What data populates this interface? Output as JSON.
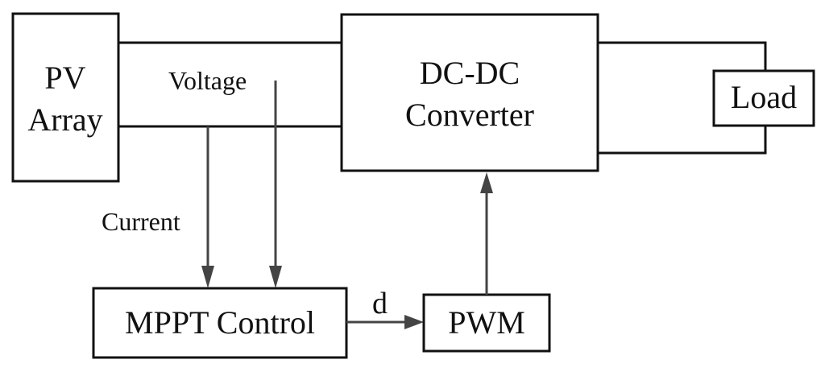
{
  "blocks": {
    "pv_array": {
      "lines": [
        "PV",
        "Array"
      ]
    },
    "dc_dc_converter": {
      "lines": [
        "DC-DC",
        "Converter"
      ]
    },
    "load": {
      "label": "Load"
    },
    "mppt_control": {
      "label": "MPPT Control"
    },
    "pwm": {
      "label": "PWM"
    }
  },
  "signals": {
    "voltage": "Voltage",
    "current": "Current",
    "duty_cycle": "d"
  }
}
